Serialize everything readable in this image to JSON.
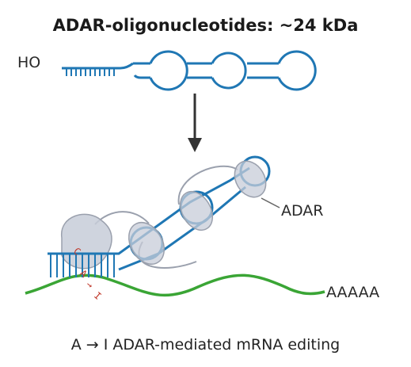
{
  "title": "ADAR-oligonucleotides: ~24 kDa",
  "labels": {
    "ho": "HO",
    "adar": "ADAR",
    "polya": "AAAAA",
    "edit_c": "C",
    "edit_a": "A",
    "edit_arrow": "→",
    "edit_i": "I"
  },
  "caption": "A → I ADAR-mediated mRNA editing",
  "colors": {
    "oligo": "#1f77b4",
    "mrna": "#3aa535",
    "protein": "#c7ccd8",
    "edit": "#c0392b",
    "text": "#222222"
  },
  "icons": [
    "down-arrow-icon"
  ]
}
